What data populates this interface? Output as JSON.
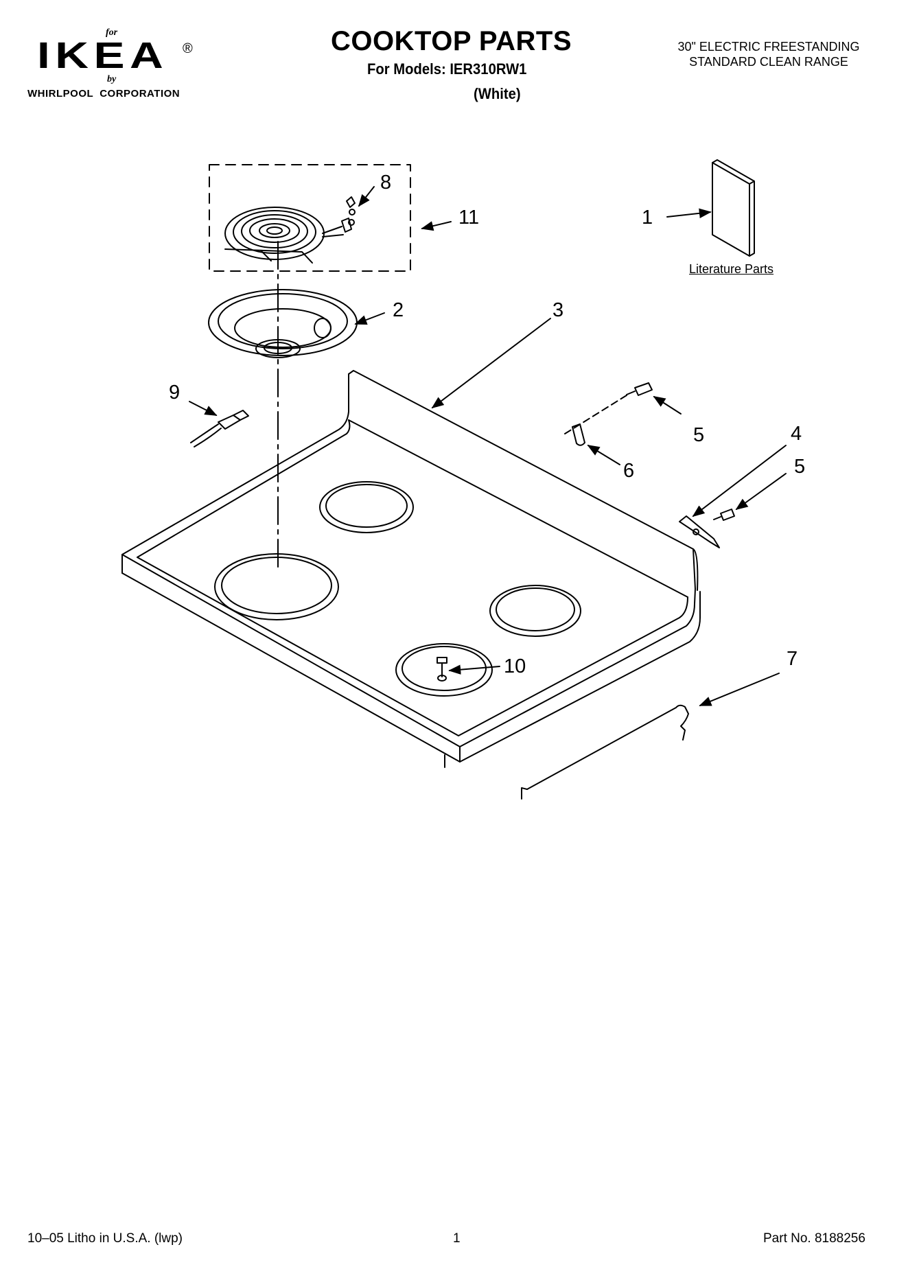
{
  "brand": {
    "for": "for",
    "logo": "IKEA",
    "registered": "®",
    "by": "by",
    "corporation": "WHIRLPOOL  CORPORATION"
  },
  "header": {
    "title": "COOKTOP PARTS",
    "models_line": "For Models: IER310RW1",
    "color": "(White)",
    "spec_line1": "30\" ELECTRIC FREESTANDING",
    "spec_line2": "STANDARD CLEAN RANGE"
  },
  "diagram": {
    "callouts": {
      "c1": "1",
      "c2": "2",
      "c3": "3",
      "c4": "4",
      "c5a": "5",
      "c5b": "5",
      "c6": "6",
      "c7": "7",
      "c8": "8",
      "c9": "9",
      "c10": "10",
      "c11": "11"
    },
    "literature_label": "Literature Parts"
  },
  "footer": {
    "litho": "10–05 Litho in U.S.A. (lwp)",
    "page": "1",
    "part_no": "Part No. 8188256"
  }
}
